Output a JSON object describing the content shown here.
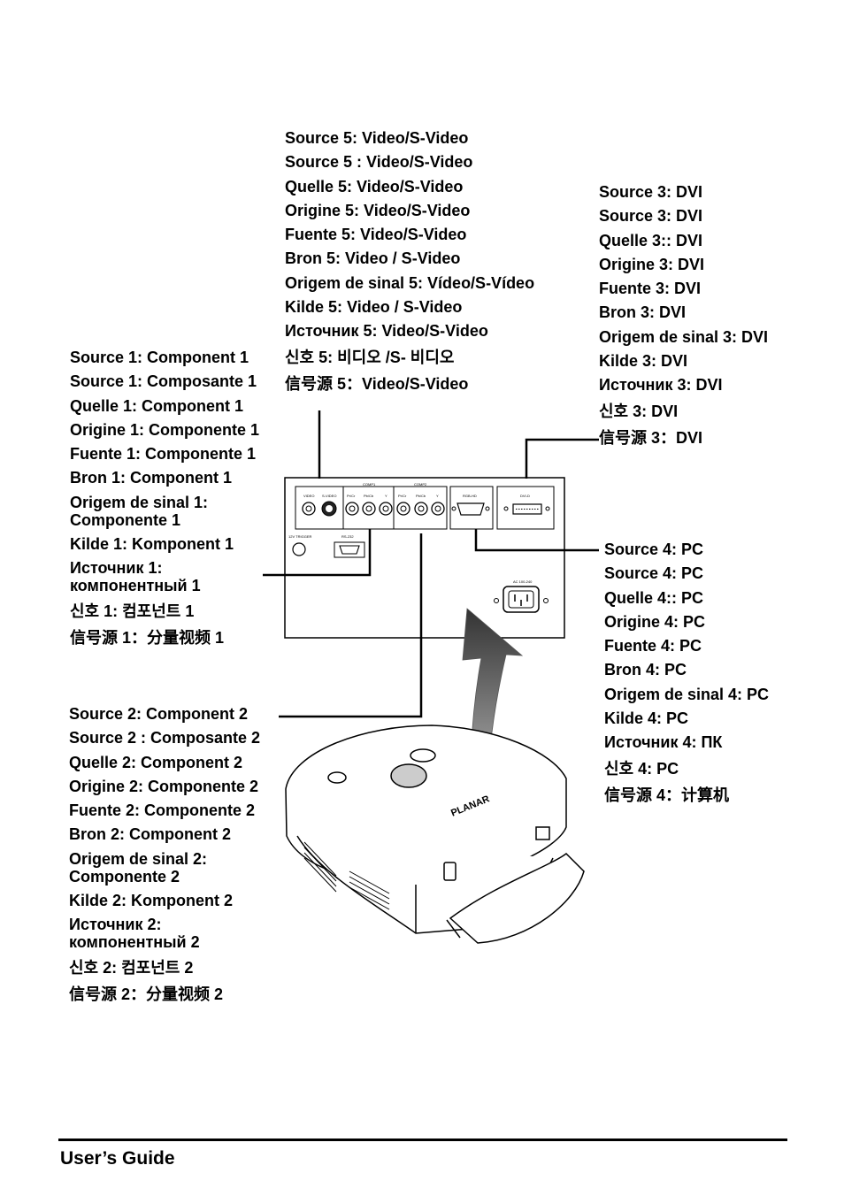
{
  "source5": [
    "Source 5: Video/S-Video",
    "Source 5 : Video/S-Video",
    "Quelle 5: Video/S-Video",
    "Origine 5: Video/S-Video",
    "Fuente 5: Video/S-Video",
    "Bron 5: Video / S-Video",
    "Origem de sinal 5: Vídeo/S-Vídeo",
    "Kilde 5: Video / S-Video",
    "Источник 5: Video/S-Video",
    "신호 5: 비디오 /S- 비디오",
    "信号源 5：Video/S-Video"
  ],
  "source3": [
    "Source 3: DVI",
    "Source 3: DVI",
    "Quelle 3:: DVI",
    "Origine 3: DVI",
    "Fuente 3: DVI",
    "Bron 3: DVI",
    "Origem de sinal 3: DVI",
    "Kilde 3: DVI",
    "Источник 3: DVI",
    "신호 3: DVI",
    "信号源 3：DVI"
  ],
  "source1": [
    "Source 1: Component 1",
    "Source 1: Composante 1",
    "Quelle 1: Component 1",
    "Origine 1: Componente 1",
    "Fuente 1: Componente 1",
    "Bron 1: Component 1",
    "Origem de sinal 1: Componente 1",
    "Kilde 1: Komponent 1",
    "Источник 1: компонентный 1",
    "신호 1: 컴포넌트 1",
    "信号源 1：分量视频 1"
  ],
  "source4": [
    "Source 4: PC",
    "Source 4: PC",
    "Quelle 4:: PC",
    "Origine 4: PC",
    "Fuente 4: PC",
    "Bron 4: PC",
    "Origem de sinal 4: PC",
    "Kilde 4: PC",
    "Источник 4: ПК",
    "신호 4: PC",
    "信号源 4：计算机"
  ],
  "source2": [
    "Source 2: Component 2",
    "Source 2 : Composante 2",
    "Quelle 2: Component 2",
    "Origine 2: Componente 2",
    "Fuente 2: Componente 2",
    "Bron 2: Component 2",
    "Origem de sinal 2: Componente 2",
    "Kilde 2: Komponent 2",
    "Источник 2: компонентный 2",
    "신호 2: 컴포넌트 2",
    "信号源 2：分量视频 2"
  ],
  "panel": {
    "video": "VIDEO",
    "svideo": "S-VIDEO",
    "comp1": "COMP1",
    "comp2": "COMP2",
    "pr": "Pr/Cr",
    "pb": "Pb/Cb",
    "y": "Y",
    "rgbhd": "RGB-HD",
    "dvid": "DVI-D",
    "trigger": "12V TRIGGER",
    "rs232": "RS-232",
    "ac": "AC 100-240",
    "brand": "PLANAR"
  },
  "footer": "User’s Guide"
}
